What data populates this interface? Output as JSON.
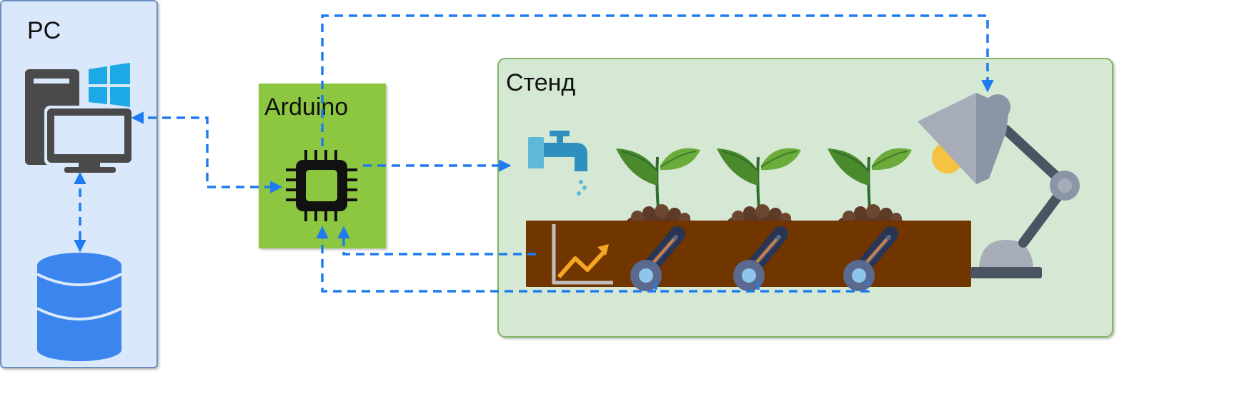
{
  "pc": {
    "title": "PC"
  },
  "arduino": {
    "title": "Arduino"
  },
  "stand": {
    "title": "Стенд"
  },
  "icons": [
    "desktop-computer-icon",
    "windows-logo-icon",
    "database-icon",
    "microchip-icon",
    "water-tap-icon",
    "seedling-icon",
    "growth-chart-icon",
    "thermometer-icon",
    "desk-lamp-icon"
  ],
  "colors": {
    "pc_fill": "#dae8fc",
    "pc_border": "#6c8ebf",
    "arduino_fill": "#8dc63f",
    "stand_fill": "#d5e8d4",
    "stand_border": "#82b366",
    "soil": "#713600",
    "link": "#1e7cf0"
  }
}
